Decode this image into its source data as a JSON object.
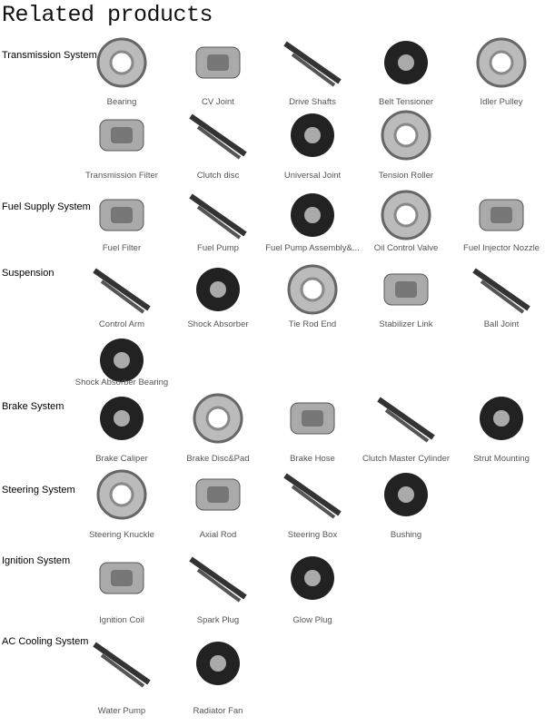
{
  "title": "Related products",
  "categories": [
    {
      "name": "Transmission System",
      "items": [
        {
          "label": "Bearing",
          "icon": "bearing-icon"
        },
        {
          "label": "CV Joint",
          "icon": "cv-joint-icon"
        },
        {
          "label": "Drive Shafts",
          "icon": "drive-shaft-icon"
        },
        {
          "label": "Belt Tensioner",
          "icon": "belt-tensioner-icon"
        },
        {
          "label": "Idler Pulley",
          "icon": "idler-pulley-icon"
        },
        {
          "label": "Transmission Filter",
          "icon": "transmission-filter-icon"
        },
        {
          "label": "Clutch disc",
          "icon": "clutch-disc-icon"
        },
        {
          "label": "Universal Joint",
          "icon": "universal-joint-icon"
        },
        {
          "label": "Tension Roller",
          "icon": "tension-roller-icon"
        }
      ]
    },
    {
      "name": "Fuel Supply System",
      "items": [
        {
          "label": "Fuel Filter",
          "icon": "fuel-filter-icon"
        },
        {
          "label": "Fuel Pump",
          "icon": "fuel-pump-icon"
        },
        {
          "label": "Fuel Pump Assembly&...",
          "icon": "fuel-pump-assembly-icon"
        },
        {
          "label": "Oil Control Valve",
          "icon": "oil-control-valve-icon"
        },
        {
          "label": "Fuel Injector Nozzle",
          "icon": "fuel-injector-icon"
        }
      ]
    },
    {
      "name": "Suspension",
      "items": [
        {
          "label": "Control Arm",
          "icon": "control-arm-icon"
        },
        {
          "label": "Shock Absorber",
          "icon": "shock-absorber-icon"
        },
        {
          "label": "Tie Rod End",
          "icon": "tie-rod-end-icon"
        },
        {
          "label": "Stabilizer Link",
          "icon": "stabilizer-link-icon"
        },
        {
          "label": "Ball Joint",
          "icon": "ball-joint-icon"
        },
        {
          "label": "Shock Absorber Bearing",
          "icon": "shock-absorber-bearing-icon"
        }
      ]
    },
    {
      "name": "Brake System",
      "items": [
        {
          "label": "Brake Caliper",
          "icon": "brake-caliper-icon"
        },
        {
          "label": "Brake Disc&Pad",
          "icon": "brake-disc-icon"
        },
        {
          "label": "Brake Hose",
          "icon": "brake-hose-icon"
        },
        {
          "label": "Clutch Master Cylinder",
          "icon": "clutch-master-cylinder-icon"
        },
        {
          "label": "Strut Mounting",
          "icon": "strut-mounting-icon"
        }
      ]
    },
    {
      "name": "Steering System",
      "items": [
        {
          "label": "Steering Knuckle",
          "icon": "steering-knuckle-icon"
        },
        {
          "label": "Axial Rod",
          "icon": "axial-rod-icon"
        },
        {
          "label": "Steering Box",
          "icon": "steering-box-icon"
        },
        {
          "label": "Bushing",
          "icon": "bushing-icon"
        }
      ]
    },
    {
      "name": "Ignition System",
      "items": [
        {
          "label": "Ignition Coil",
          "icon": "ignition-coil-icon"
        },
        {
          "label": "Spark Plug",
          "icon": "spark-plug-icon"
        },
        {
          "label": "Glow Plug",
          "icon": "glow-plug-icon"
        }
      ]
    },
    {
      "name": "AC Cooling System",
      "items": [
        {
          "label": "Water Pump",
          "icon": "water-pump-icon"
        },
        {
          "label": "Radiator Fan",
          "icon": "radiator-fan-icon"
        }
      ]
    }
  ]
}
